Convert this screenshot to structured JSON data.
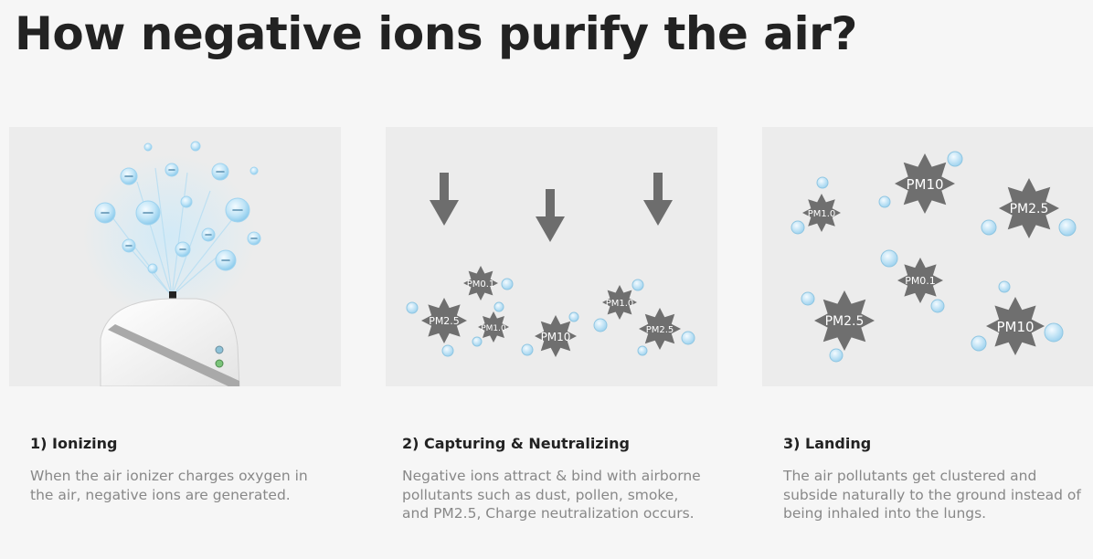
{
  "page_title": "How negative ions purify the air?",
  "steps": [
    {
      "title": "1)  Ionizing",
      "description": "When the air ionizer charges oxygen in the air, negative ions are generated.",
      "illustration_icon": "ionizer-device-icon"
    },
    {
      "title": "2)  Capturing & Neutralizing",
      "description": "Negative ions attract & bind with airborne pollutants such as dust, pollen, smoke, and PM2.5, Charge neutralization occurs.",
      "illustration_icon": "down-arrow-icon",
      "particles": [
        "PM0.1",
        "PM2.5",
        "PM1.0",
        "PM10",
        "PM1.0",
        "PM2.5"
      ]
    },
    {
      "title": "3) Landing",
      "description": "The air pollutants get clustered and subside naturally to the ground instead of being inhaled into the lungs.",
      "particles": [
        "PM1.0",
        "PM10",
        "PM2.5",
        "PM0.1",
        "PM2.5",
        "PM10"
      ]
    }
  ],
  "colors": {
    "title": "#222222",
    "body_text": "#888888",
    "panel_bg": "#ececec",
    "pollutant": "#6f6f6f",
    "ion": "#9fd3ef",
    "arrow": "#6d6d6d"
  }
}
